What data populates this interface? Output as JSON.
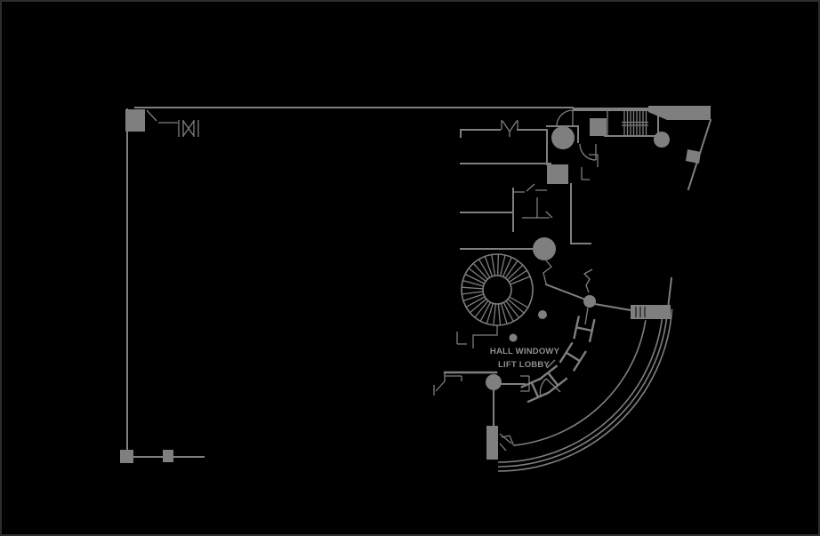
{
  "colors": {
    "background": "#000000",
    "line": "#7f7f7f",
    "text": "#8f8f8f",
    "frame": "#2e2e2e"
  },
  "floor_plan": {
    "labels": {
      "hall": "HALL WINDOWY",
      "lift": "LIFT LOBBY"
    },
    "symbols": [
      "spiral-staircase",
      "straight-staircase",
      "curved-curtain-wall",
      "lift-door-frames",
      "structural-columns",
      "door-swings",
      "x-window-symbol"
    ]
  }
}
